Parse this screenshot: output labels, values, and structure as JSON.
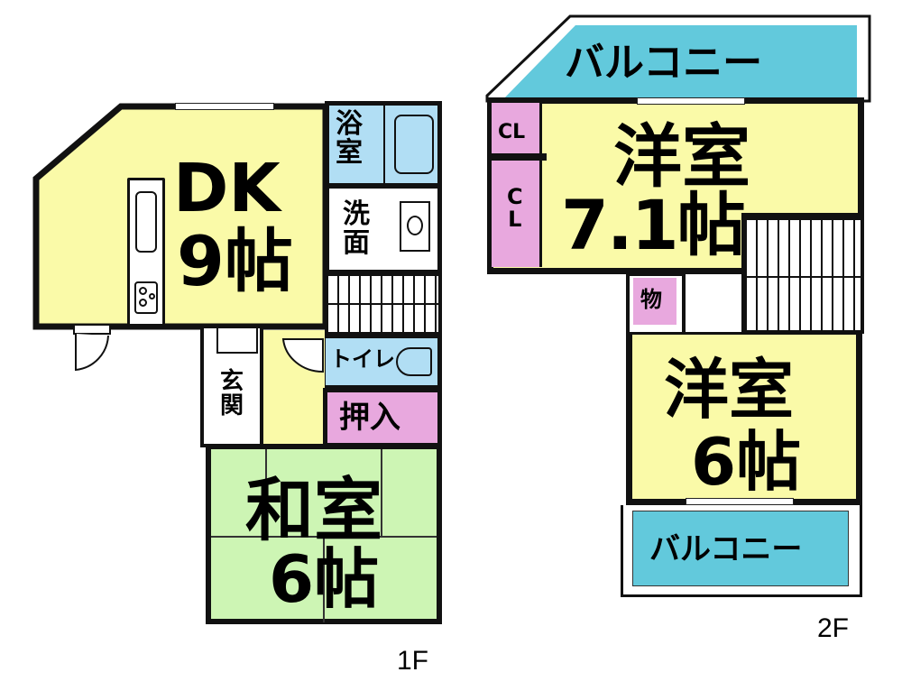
{
  "colors": {
    "yellow": "#fafaa8",
    "blue": "#b1def4",
    "green": "#cdf5b4",
    "pink": "#e8a8de",
    "teal": "#62c9dc",
    "wall": "#111111",
    "white": "#ffffff"
  },
  "floor1": {
    "label": "1F",
    "rooms": {
      "dk": {
        "line1": "DK",
        "line2": "9帖"
      },
      "bath": {
        "chars": [
          "浴",
          "室"
        ]
      },
      "wash": {
        "chars": [
          "洗",
          "面"
        ]
      },
      "toilet": {
        "label": "トイレ"
      },
      "closet": {
        "label": "押入"
      },
      "entrance": {
        "chars": [
          "玄",
          "関"
        ]
      },
      "washitsu": {
        "line1": "和室",
        "line2": "6帖"
      }
    }
  },
  "floor2": {
    "label": "2F",
    "rooms": {
      "balcony_top": {
        "label": "バルコニー"
      },
      "cl_top": {
        "label": "CL"
      },
      "cl_side": {
        "chars": [
          "C",
          "L"
        ]
      },
      "western_a": {
        "line1": "洋室",
        "line2": "7.1帖"
      },
      "storage": {
        "label": "物"
      },
      "western_b": {
        "line1": "洋室",
        "line2": "6帖"
      },
      "balcony_bottom": {
        "label": "バルコニー"
      }
    }
  }
}
